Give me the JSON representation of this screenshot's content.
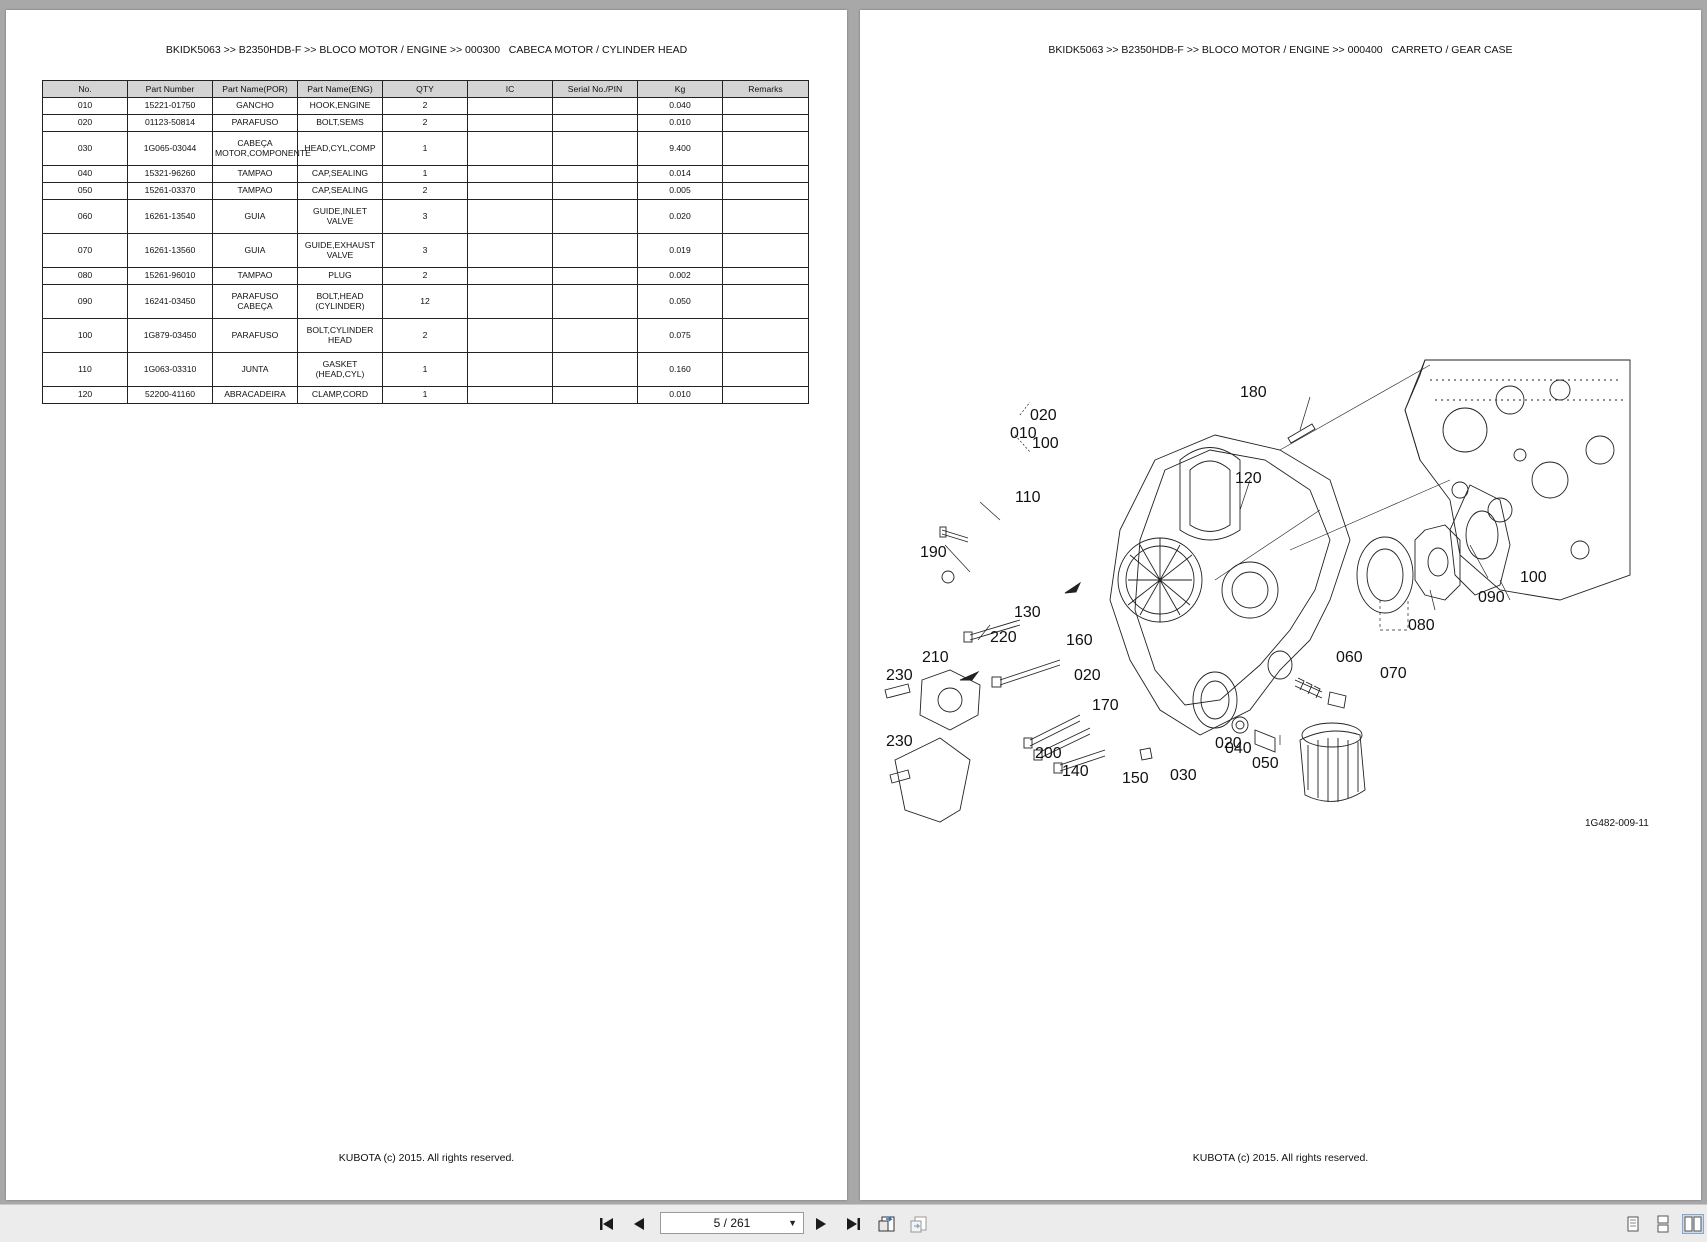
{
  "left_page": {
    "header": "BKIDK5063 >> B2350HDB-F >> BLOCO MOTOR / ENGINE >> 000300   CABECA MOTOR / CYLINDER HEAD",
    "footer": "KUBOTA (c) 2015. All rights reserved.",
    "table": {
      "columns": [
        "No.",
        "Part Number",
        "Part Name(POR)",
        "Part Name(ENG)",
        "QTY",
        "IC",
        "Serial No./PIN",
        "Kg",
        "Remarks"
      ],
      "rows": [
        {
          "no": "010",
          "part_number": "15221-01750",
          "name_por": "GANCHO",
          "name_eng": "HOOK,ENGINE",
          "qty": "2",
          "ic": "",
          "serial": "",
          "kg": "0.040",
          "remarks": ""
        },
        {
          "no": "020",
          "part_number": "01123-50814",
          "name_por": "PARAFUSO",
          "name_eng": "BOLT,SEMS",
          "qty": "2",
          "ic": "",
          "serial": "",
          "kg": "0.010",
          "remarks": ""
        },
        {
          "no": "030",
          "part_number": "1G065-03044",
          "name_por": "CABEÇA MOTOR,COMPONENTE",
          "name_eng": "HEAD,CYL,COMP",
          "qty": "1",
          "ic": "",
          "serial": "",
          "kg": "9.400",
          "remarks": ""
        },
        {
          "no": "040",
          "part_number": "15321-96260",
          "name_por": "TAMPAO",
          "name_eng": "CAP,SEALING",
          "qty": "1",
          "ic": "",
          "serial": "",
          "kg": "0.014",
          "remarks": ""
        },
        {
          "no": "050",
          "part_number": "15261-03370",
          "name_por": "TAMPAO",
          "name_eng": "CAP,SEALING",
          "qty": "2",
          "ic": "",
          "serial": "",
          "kg": "0.005",
          "remarks": ""
        },
        {
          "no": "060",
          "part_number": "16261-13540",
          "name_por": "GUIA",
          "name_eng": "GUIDE,INLET VALVE",
          "qty": "3",
          "ic": "",
          "serial": "",
          "kg": "0.020",
          "remarks": ""
        },
        {
          "no": "070",
          "part_number": "16261-13560",
          "name_por": "GUIA",
          "name_eng": "GUIDE,EXHAUST VALVE",
          "qty": "3",
          "ic": "",
          "serial": "",
          "kg": "0.019",
          "remarks": ""
        },
        {
          "no": "080",
          "part_number": "15261-96010",
          "name_por": "TAMPAO",
          "name_eng": "PLUG",
          "qty": "2",
          "ic": "",
          "serial": "",
          "kg": "0.002",
          "remarks": ""
        },
        {
          "no": "090",
          "part_number": "16241-03450",
          "name_por": "PARAFUSO CABEÇA",
          "name_eng": "BOLT,HEAD (CYLINDER)",
          "qty": "12",
          "ic": "",
          "serial": "",
          "kg": "0.050",
          "remarks": ""
        },
        {
          "no": "100",
          "part_number": "1G879-03450",
          "name_por": "PARAFUSO",
          "name_eng": "BOLT,CYLINDER HEAD",
          "qty": "2",
          "ic": "",
          "serial": "",
          "kg": "0.075",
          "remarks": ""
        },
        {
          "no": "110",
          "part_number": "1G063-03310",
          "name_por": "JUNTA",
          "name_eng": "GASKET (HEAD,CYL)",
          "qty": "1",
          "ic": "",
          "serial": "",
          "kg": "0.160",
          "remarks": ""
        },
        {
          "no": "120",
          "part_number": "52200-41160",
          "name_por": "ABRACADEIRA",
          "name_eng": "CLAMP,CORD",
          "qty": "1",
          "ic": "",
          "serial": "",
          "kg": "0.010",
          "remarks": ""
        }
      ]
    }
  },
  "right_page": {
    "header": "BKIDK5063 >> B2350HDB-F >> BLOCO MOTOR / ENGINE >> 000400   CARRETO / GEAR CASE",
    "footer": "KUBOTA (c) 2015. All rights reserved.",
    "diagram": {
      "drawing_id": "1G482-009-11",
      "callouts": [
        "010",
        "020",
        "100",
        "180",
        "120",
        "110",
        "190",
        "130",
        "220",
        "210",
        "230",
        "160",
        "020",
        "170",
        "230",
        "200",
        "140",
        "150",
        "030",
        "020",
        "040",
        "050",
        "060",
        "070",
        "080",
        "090",
        "100"
      ]
    }
  },
  "toolbar": {
    "page_indicator": "5 / 261",
    "icons": [
      "first-page-icon",
      "prev-page-icon",
      "next-page-icon",
      "last-page-icon",
      "sync-view-icon",
      "copy-view-icon",
      "single-page-icon",
      "continuous-icon",
      "two-page-icon"
    ]
  }
}
